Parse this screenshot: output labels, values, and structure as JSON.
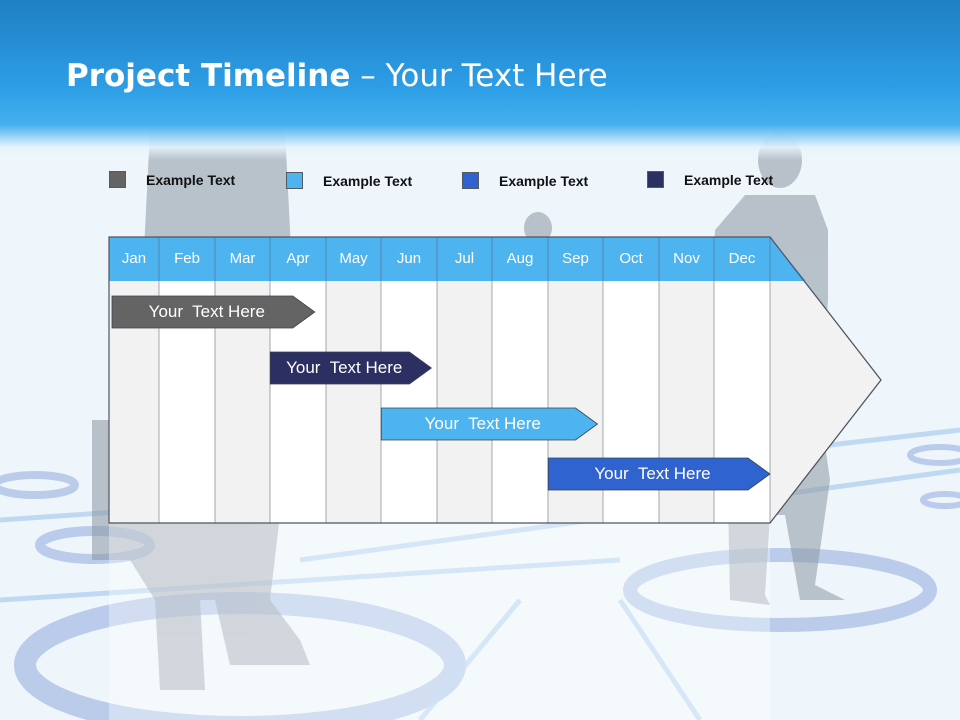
{
  "title": {
    "bold": "Project Timeline",
    "rest": " – Your Text Here"
  },
  "legend": [
    {
      "label": "Example Text",
      "color": "#646464"
    },
    {
      "label": "Example Text",
      "color": "#4db4ef"
    },
    {
      "label": "Example Text",
      "color": "#2f63cf"
    },
    {
      "label": "Example Text",
      "color": "#2b2f62"
    }
  ],
  "months": [
    "Jan",
    "Feb",
    "Mar",
    "Apr",
    "May",
    "Jun",
    "Jul",
    "Aug",
    "Sep",
    "Oct",
    "Nov",
    "Dec"
  ],
  "bars": [
    {
      "label": "Your  Text Here",
      "start_month": 0.0,
      "end_month": 3.8,
      "color": "#646464"
    },
    {
      "label": "Your  Text Here",
      "start_month": 2.95,
      "end_month": 5.9,
      "color": "#2b2f62"
    },
    {
      "label": "Your  Text Here",
      "start_month": 4.95,
      "end_month": 8.9,
      "color": "#4db4ef"
    },
    {
      "label": "Your  Text Here",
      "start_month": 7.95,
      "end_month": 12.0,
      "color": "#2f63cf"
    }
  ],
  "colors": {
    "header": "#2d9ee6",
    "month_header": "#4db4ef",
    "column_alt": "#f2f2f2"
  }
}
